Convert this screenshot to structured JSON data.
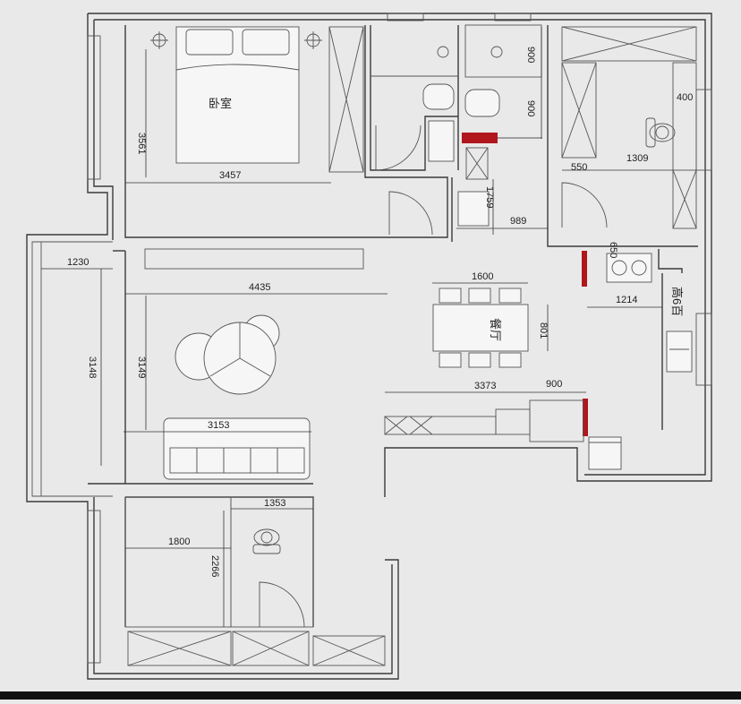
{
  "rooms": {
    "bedroom": "卧室",
    "dining": "餐厅",
    "height_note": "高6百"
  },
  "dimensions": {
    "bedroom_depth": "3561",
    "bedroom_width": "3457",
    "bath_top": "900",
    "bath_mid": "900",
    "study_side": "400",
    "study_left": "550",
    "study_width": "1309",
    "corridor_len": "1759",
    "corridor_w": "989",
    "kitchen_small": "650",
    "balcony": "1230",
    "living_width": "4435",
    "table_width": "1600",
    "table_depth": "801",
    "kitchen_w": "1214",
    "balcony_depth": "3148",
    "living_depth": "3149",
    "counter_len": "3373",
    "counter_short": "900",
    "sofa_len": "3153",
    "room3_desk": "1353",
    "room3_width": "1800",
    "room3_depth": "2266"
  }
}
